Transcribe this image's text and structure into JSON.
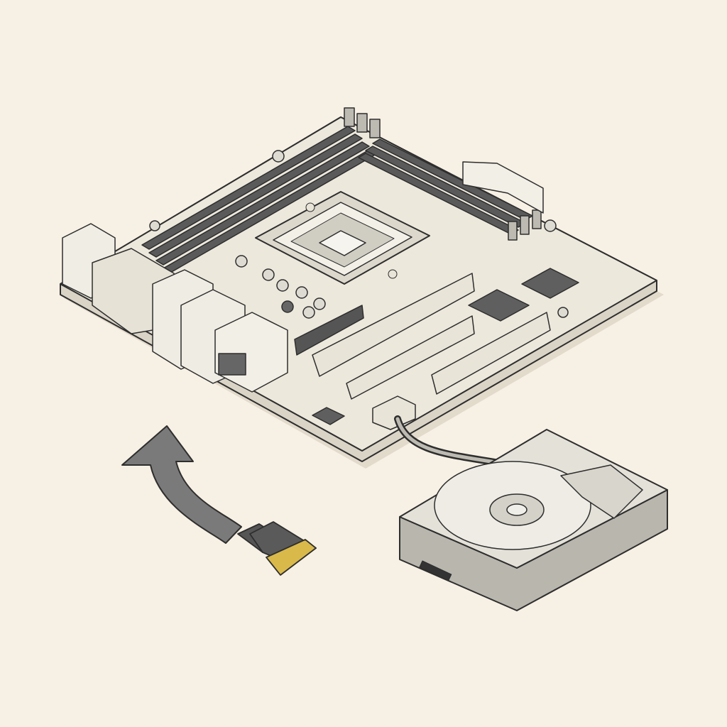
{
  "colors": {
    "background": "#f7f0e4",
    "board": "#ece8dc",
    "outline": "#2e2e2e",
    "slot": "#5a5a5a",
    "drive": "#e4e1d8",
    "arrow": "#7a7a7a",
    "pins": "#d9b94a"
  },
  "objects": [
    "motherboard",
    "hard-drive",
    "data-cable",
    "cable-connector",
    "curved-arrow"
  ]
}
